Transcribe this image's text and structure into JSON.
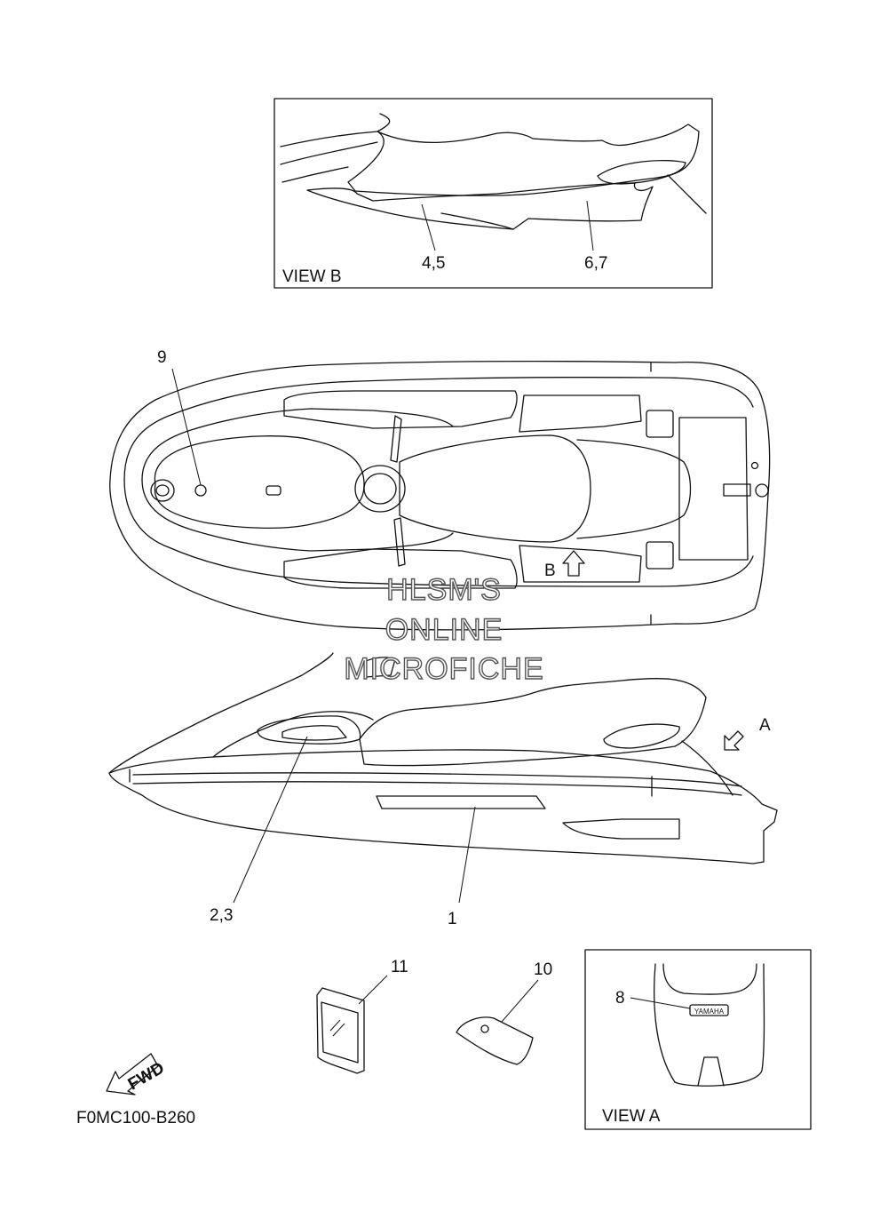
{
  "views": {
    "view_b": "VIEW B",
    "view_a": "VIEW A"
  },
  "callouts": {
    "c45": "4,5",
    "c67": "6,7",
    "c9": "9",
    "cB": "B",
    "cA": "A",
    "c23": "2,3",
    "c1": "1",
    "c11": "11",
    "c10": "10",
    "c8": "8"
  },
  "logo_text": "YAMAHA",
  "fwd_text": "FWD",
  "figure_code": "F0MC100-B260",
  "watermark": [
    "HLSM'S",
    "ONLINE",
    "MICROFICHE"
  ]
}
